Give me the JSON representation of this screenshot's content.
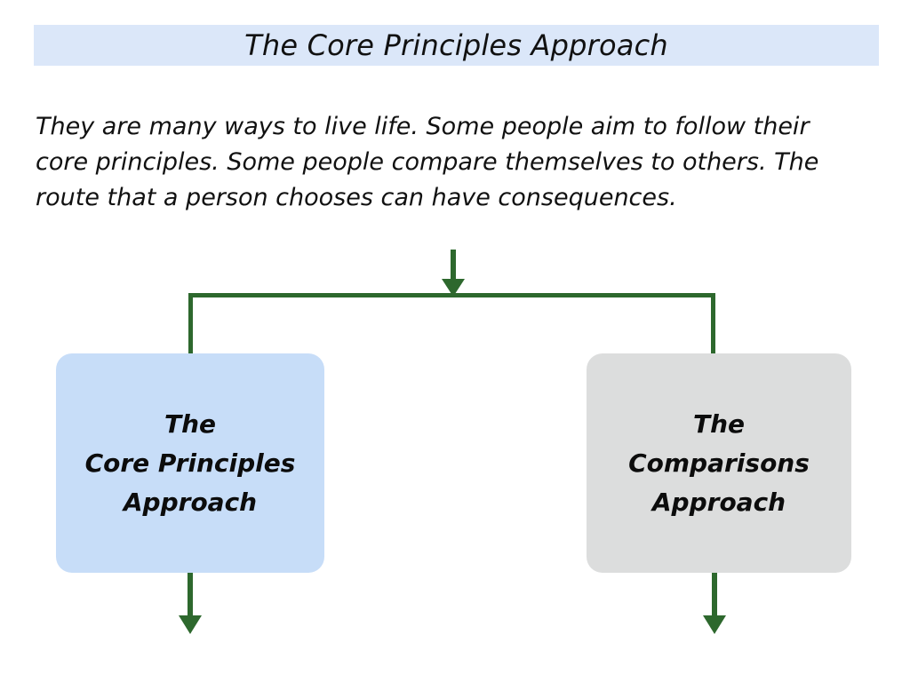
{
  "title": "The Core Principles Approach",
  "intro_lines": [
    "They are many ways to live life. Some people aim to follow their",
    "core principles. Some people compare themselves to others. The",
    "route that a person chooses can have consequences."
  ],
  "diagram": {
    "boxes": [
      {
        "id": "core-principles-box",
        "lines": [
          "The",
          "Core Principles",
          "Approach"
        ]
      },
      {
        "id": "comparisons-box",
        "lines": [
          "The",
          "Comparisons",
          "Approach"
        ]
      }
    ]
  },
  "colors": {
    "green_arrow": "#2d682d",
    "title_banner_bg": "#dbe7f9",
    "core_box_bg": "#c7ddf8",
    "comparisons_box_bg": "#dcdddd",
    "text_color": "#111111"
  }
}
